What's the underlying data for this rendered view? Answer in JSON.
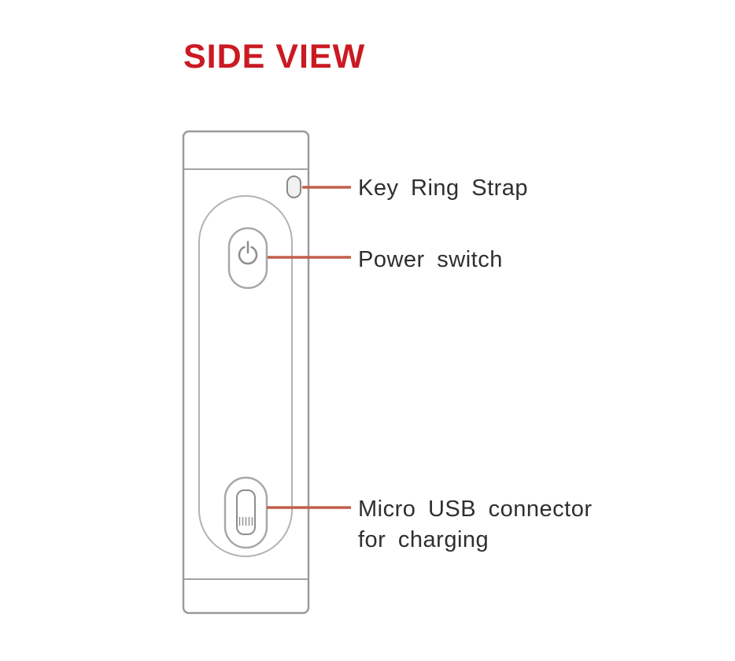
{
  "title": "SIDE VIEW",
  "colors": {
    "title_red": "#cb1a22",
    "callout_line": "#c0604b",
    "device_outline": "#9a9a9a",
    "label_text": "#2f2f2f"
  },
  "icons": {
    "power_switch_icon": "power-icon"
  },
  "callouts": [
    {
      "label": "Key Ring Strap"
    },
    {
      "label": "Power switch"
    },
    {
      "label": "Micro USB connector",
      "label_line2": "for charging"
    }
  ]
}
